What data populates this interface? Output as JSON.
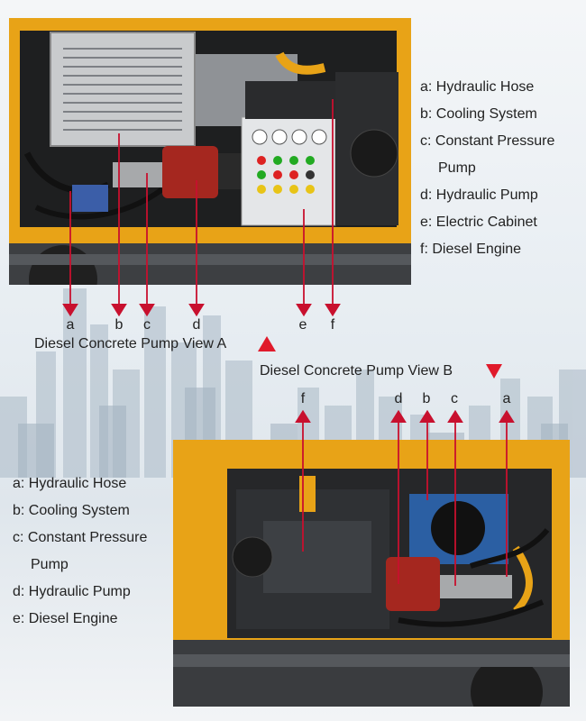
{
  "view_a": {
    "title": "Diesel Concrete Pump View A",
    "legend": [
      "a: Hydraulic Hose",
      "b: Cooling System",
      "c: Constant Pressure",
      "Pump",
      "d: Hydraulic Pump",
      "e: Electric Cabinet",
      "f: Diesel Engine"
    ],
    "letters": [
      "a",
      "b",
      "c",
      "d",
      "e",
      "f"
    ]
  },
  "view_b": {
    "title": "Diesel Concrete Pump View B",
    "legend": [
      "a: Hydraulic Hose",
      "b: Cooling System",
      "c: Constant Pressure",
      "Pump",
      "d: Hydraulic Pump",
      "e: Diesel Engine"
    ],
    "letters": [
      "f",
      "d",
      "b",
      "c",
      "a"
    ]
  },
  "colors": {
    "arrow": "#c8102e",
    "frame": "#e8a317",
    "text": "#222222"
  }
}
